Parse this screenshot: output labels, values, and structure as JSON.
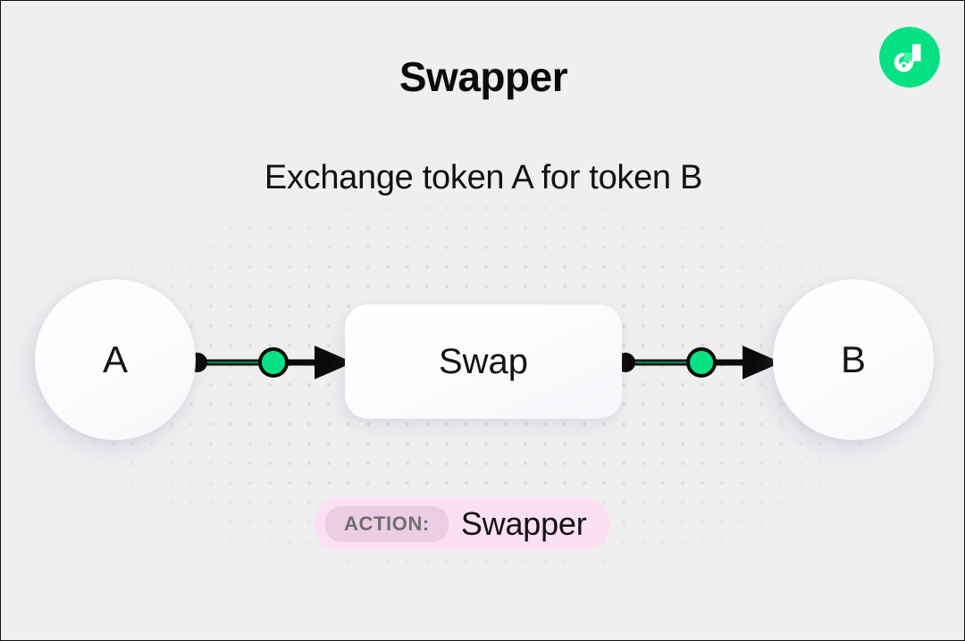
{
  "header": {
    "title": "Swapper",
    "subtitle": "Exchange token A for token B",
    "logo_name": "flow-logo-icon"
  },
  "diagram": {
    "nodes": [
      {
        "id": "token-a",
        "label": "A",
        "shape": "circle"
      },
      {
        "id": "swap",
        "label": "Swap",
        "shape": "rounded-rect"
      },
      {
        "id": "token-b",
        "label": "B",
        "shape": "circle"
      }
    ],
    "edges": [
      {
        "from": "token-a",
        "to": "swap",
        "style": "arrow-with-green-handle"
      },
      {
        "from": "swap",
        "to": "token-b",
        "style": "arrow-with-green-handle"
      }
    ]
  },
  "action": {
    "key_label": "ACTION:",
    "value_label": "Swapper"
  },
  "colors": {
    "background": "#efefef",
    "dot_grid": "#dcdcdc",
    "accent_green": "#05e183",
    "accent_green_dark": "#0a7a4a",
    "edge_black": "#0a0a0a",
    "badge_bg": "#fbdff3",
    "badge_key_bg": "#eccde4",
    "badge_key_text": "#6f6f6f",
    "node_fill": "#ffffff",
    "text_primary": "#111111"
  }
}
